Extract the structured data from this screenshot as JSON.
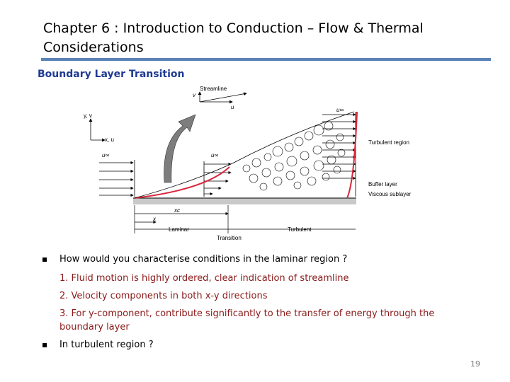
{
  "slide": {
    "title": "Chapter 6 : Introduction to Conduction – Flow & Thermal Considerations",
    "subtitle": "Boundary Layer Transition",
    "page_number": "19"
  },
  "figure": {
    "labels": {
      "streamline": "Streamline",
      "v": "v",
      "u": "u",
      "y_v": "y, v",
      "x_u": "x, u",
      "u_inf": "u∞",
      "turbulent_region": "Turbulent region",
      "buffer_layer": "Buffer layer",
      "viscous_sublayer": "Viscous sublayer",
      "xc": "xc",
      "x": "x",
      "laminar": "Laminar",
      "turbulent": "Turbulent",
      "transition": "Transition"
    }
  },
  "bullets": [
    {
      "text": "How would you characterise conditions in the laminar region ?"
    },
    {
      "text": "In turbulent region ?"
    }
  ],
  "items": [
    "1. Fluid motion is highly ordered, clear indication of streamline",
    "2. Velocity components in both x-y directions",
    "3. For y-component, contribute significantly to the transfer of energy through the boundary layer"
  ]
}
